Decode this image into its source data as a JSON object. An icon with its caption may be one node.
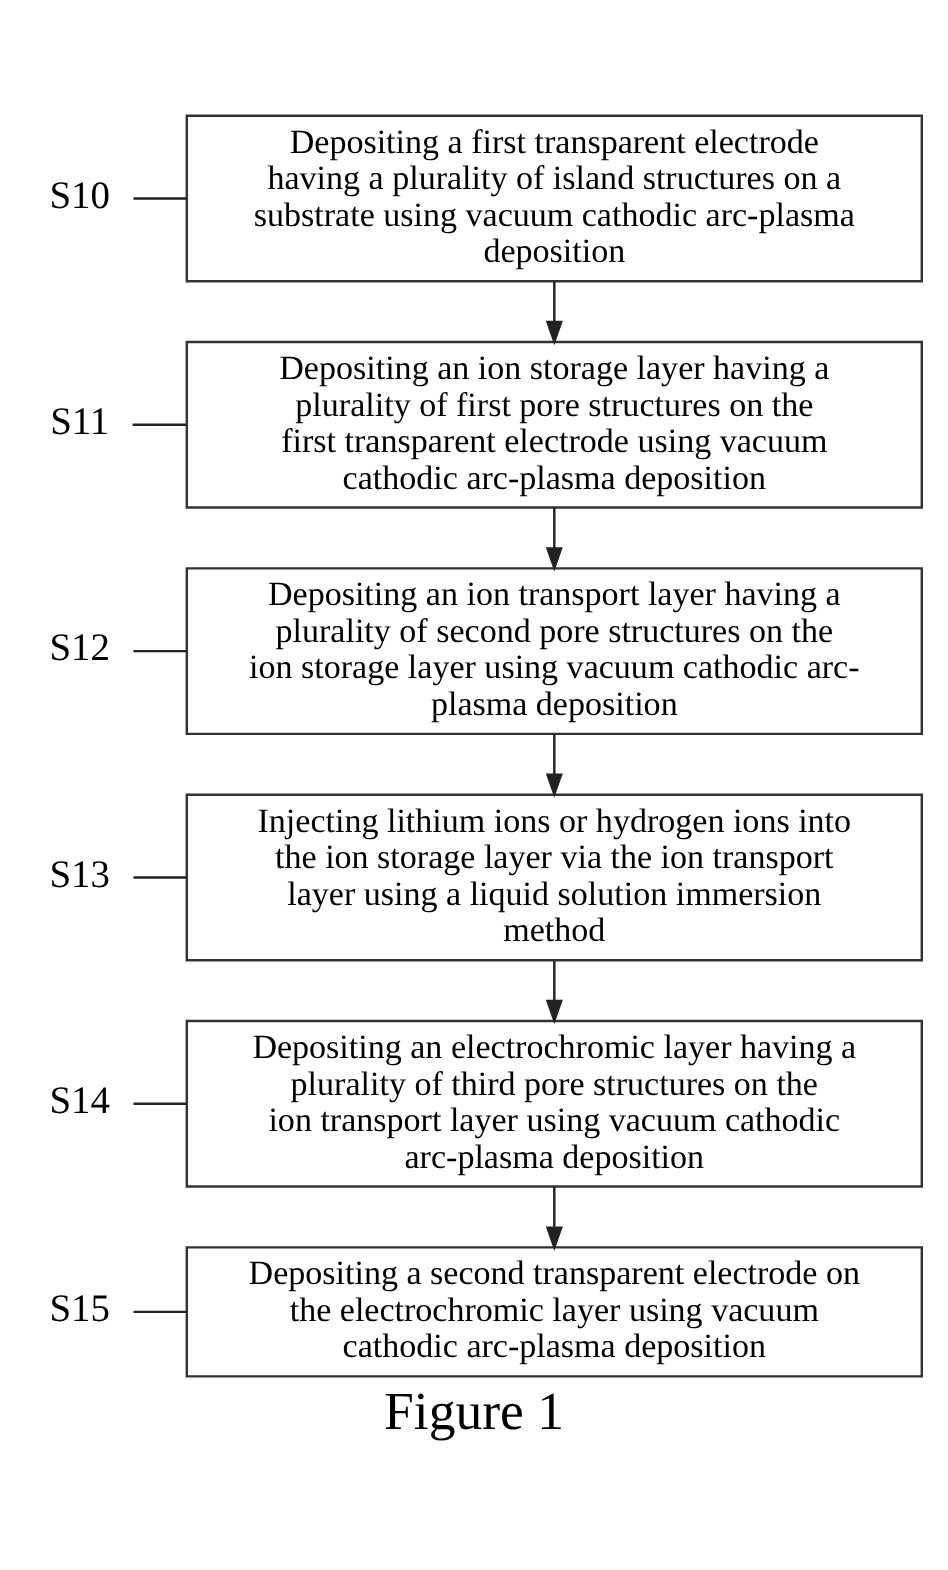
{
  "diagram": {
    "caption": "Figure 1",
    "nodes": [
      {
        "text": [
          "S10"
        ]
      },
      {
        "text": [
          "Depositing a first transparent electrode having a plurality of island structures on a substrate using vacuum cathodic arc-plasma deposition"
        ]
      },
      {
        "text": [
          "S11"
        ]
      },
      {
        "text": [
          "Depositing an ion storage layer having a plurality of first pore structures on the first transparent electrode using vacuum cathodic arc-plasma deposition"
        ]
      },
      {
        "text": [
          "S12"
        ]
      },
      {
        "text": [
          "Depositing an ion transport layer having a plurality of second pore structures on the ion storage layer using vacuum cathodic arc-plasma deposition"
        ]
      },
      {
        "text": [
          "S13"
        ]
      },
      {
        "text": [
          "Injecting lithium ions or hydrogen ions into the ion storage layer via the ion transport layer using a liquid solution immersion method"
        ]
      },
      {
        "text": [
          "S14"
        ]
      },
      {
        "text": [
          "Depositing an electrochromic layer having a plurality of third pore structures on the ion transport layer using vacuum cathodic arc-plasma deposition"
        ]
      },
      {
        "text": [
          "S15"
        ]
      },
      {
        "text": [
          "Depositing a second transparent electrode on the electrochromic layer using vacuum cathodic arc-plasma deposition"
        ]
      }
    ],
    "edges": [
      {
        "from": 0,
        "to": 1,
        "arrow": "none"
      },
      {
        "from": 2,
        "to": 3,
        "arrow": "none"
      },
      {
        "from": 4,
        "to": 5,
        "arrow": "none"
      },
      {
        "from": 6,
        "to": 7,
        "arrow": "none"
      },
      {
        "from": 8,
        "to": 9,
        "arrow": "none"
      },
      {
        "from": 10,
        "to": 11,
        "arrow": "none"
      },
      {
        "from": 1,
        "to": 3,
        "arrow": "to"
      },
      {
        "from": 3,
        "to": 5,
        "arrow": "to"
      },
      {
        "from": 5,
        "to": 7,
        "arrow": "to"
      },
      {
        "from": 7,
        "to": 9,
        "arrow": "to"
      },
      {
        "from": 9,
        "to": 11,
        "arrow": "to"
      }
    ]
  }
}
